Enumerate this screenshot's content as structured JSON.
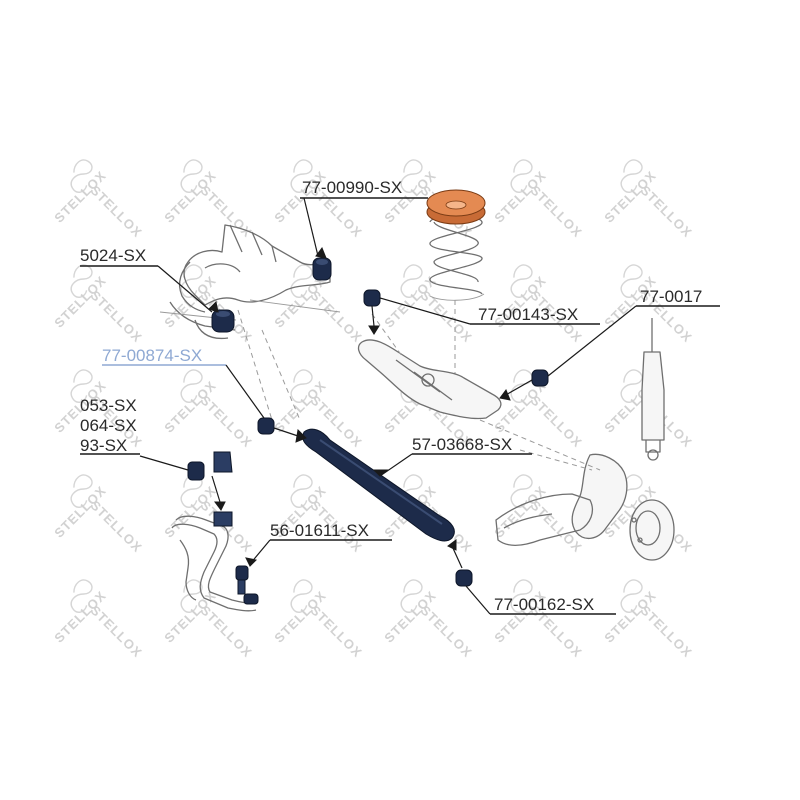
{
  "labels": {
    "l_00990": "77-00990-SX",
    "l_5024": "5024-SX",
    "l_00143": "77-00143-SX",
    "l_0017": "77-0017",
    "l_00874": "77-00874-SX",
    "l_053": "053-SX",
    "l_064": "064-SX",
    "l_93": "93-SX",
    "l_03668": "57-03668-SX",
    "l_01611": "56-01611-SX",
    "l_00162": "77-00162-SX"
  },
  "watermark": {
    "text": "STELLOX"
  },
  "colors": {
    "highlight_part": "#1d2b4a",
    "spring_pad": "#e48a52",
    "label_highlight": "#8fa9d3",
    "watermark": "#d2d2d2"
  }
}
